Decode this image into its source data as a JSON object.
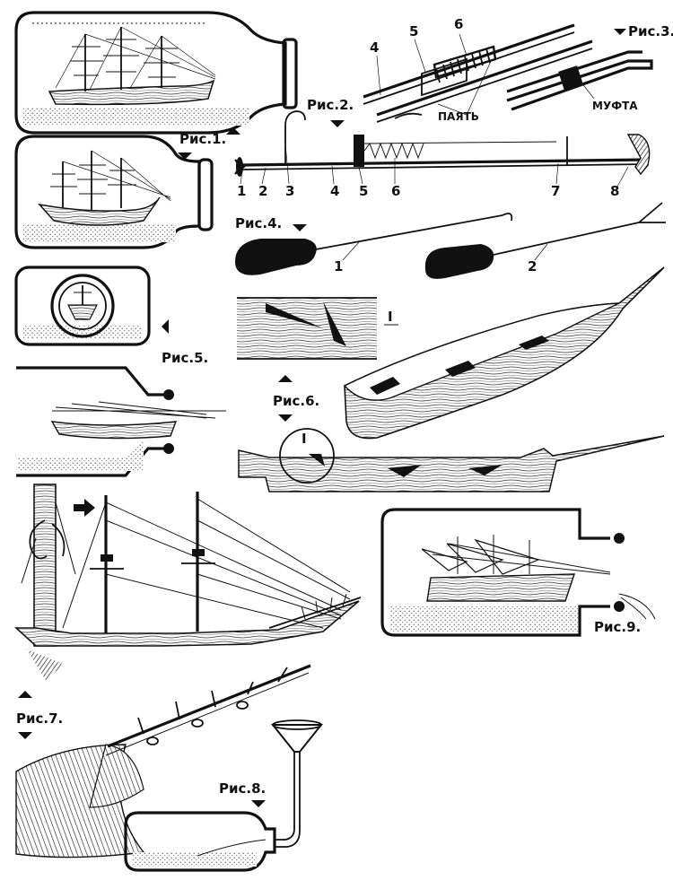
{
  "captions": {
    "fig1": "Рис.1.",
    "fig2": "Рис.2.",
    "fig3": "Рис.3.",
    "fig4": "Рис.4.",
    "fig5": "Рис.5.",
    "fig6": "Рис.6.",
    "fig7": "Рис.7.",
    "fig8": "Рис.8.",
    "fig9": "Рис.9."
  },
  "fig2_callouts": [
    "1",
    "2",
    "3",
    "4",
    "5",
    "6",
    "7",
    "8"
  ],
  "fig3": {
    "callouts": [
      "4",
      "5",
      "6"
    ],
    "solder_label": "ПАЯТЬ",
    "coupling_label": "МУФТА"
  },
  "fig4_callouts": [
    "1",
    "2"
  ],
  "fig6_detail_mark": "I",
  "colors": {
    "ink": "#111111",
    "paper": "#ffffff",
    "sand": "#e6e6e6"
  },
  "icons": [
    "triangle-marker-icon",
    "arrow-right-icon",
    "funnel-icon"
  ]
}
